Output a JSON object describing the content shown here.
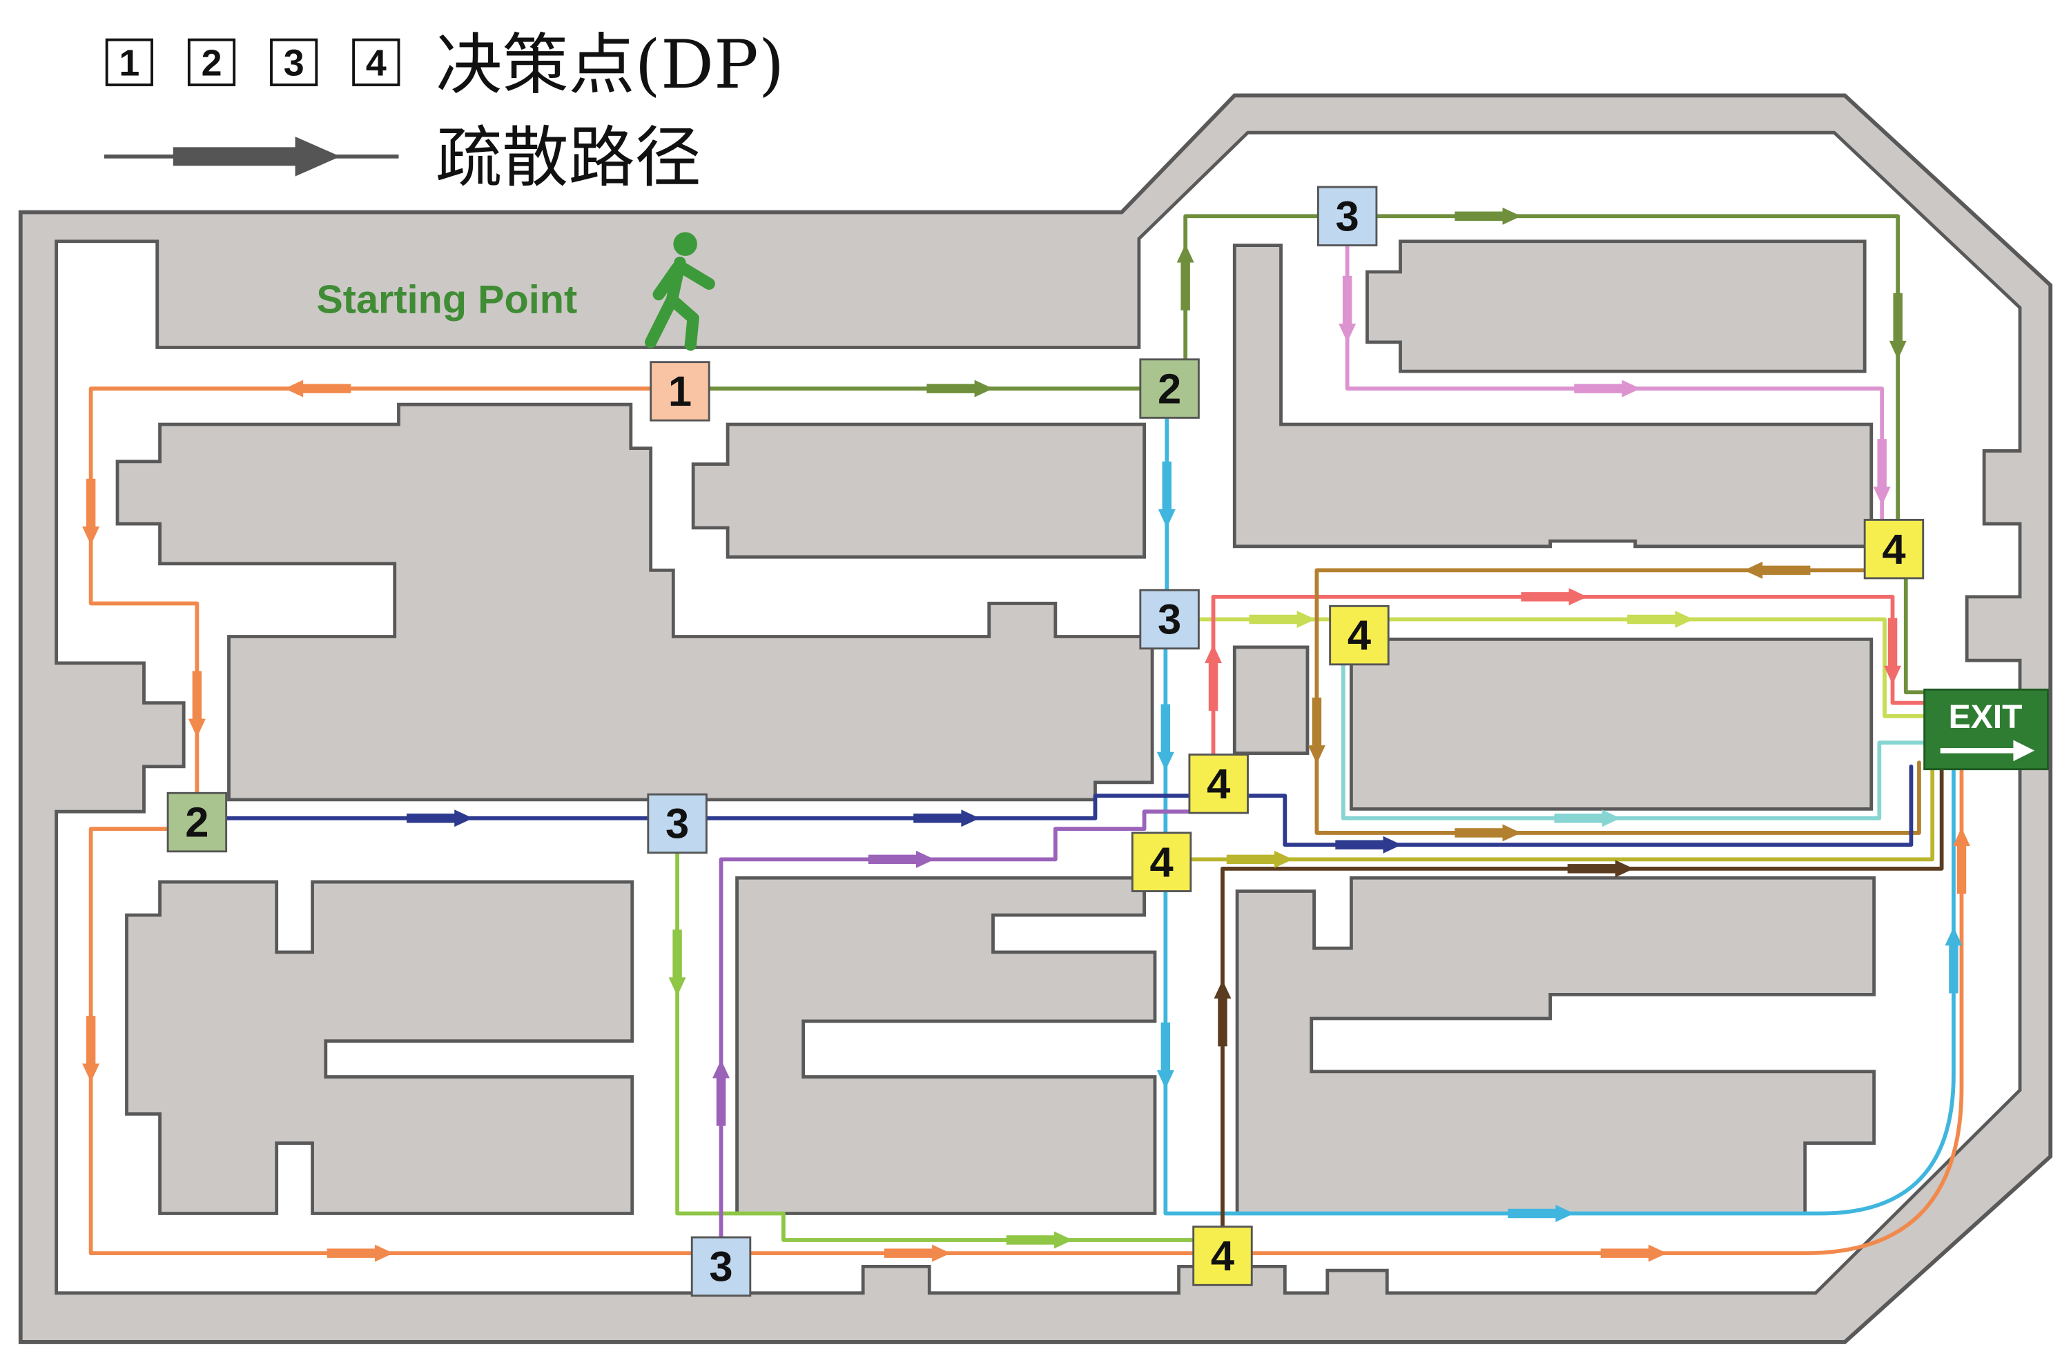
{
  "legend": {
    "dp_levels": [
      "1",
      "2",
      "3",
      "4"
    ],
    "dp_label": "决策点(DP)",
    "route_label": "疏散路径",
    "route_icon": "route-arrow-icon"
  },
  "start_point": {
    "label": "Starting Point",
    "icon": "walking-person-icon"
  },
  "exit": {
    "label": "EXIT",
    "icon": "arrow-right-icon"
  },
  "decision_points": [
    {
      "label": "1"
    },
    {
      "label": "2"
    },
    {
      "label": "3"
    },
    {
      "label": "4"
    },
    {
      "label": "3"
    },
    {
      "label": "4"
    },
    {
      "label": "4"
    },
    {
      "label": "2"
    },
    {
      "label": "3"
    },
    {
      "label": "4"
    },
    {
      "label": "3"
    },
    {
      "label": "4"
    }
  ],
  "colors": {
    "building": "#ccc8c6",
    "wall": "#595959",
    "corridor": "#ffffff",
    "start_text": "#3f8c35",
    "start_icon": "#3d9a3a",
    "exit_sign": "#2f7d32",
    "legend_arrow": "#555555",
    "dp_levels": {
      "1": "#f9c4a4",
      "2": "#a9c48e",
      "3": "#bfd7ef",
      "4": "#f6ee4f"
    },
    "routes": {
      "orange": "#f2894c",
      "olive": "#6f8f3c",
      "mauve": "#dc93cf",
      "cyan": "#40b6df",
      "yellowgreen": "#c8dc54",
      "salmon": "#f26b6b",
      "tan": "#b3802f",
      "teal": "#86d5d2",
      "navy": "#2d3a8f",
      "lightgreen": "#8fc646",
      "purple": "#9a62b9",
      "mustard": "#b9b52c",
      "darkbrown": "#5c3c20"
    }
  }
}
